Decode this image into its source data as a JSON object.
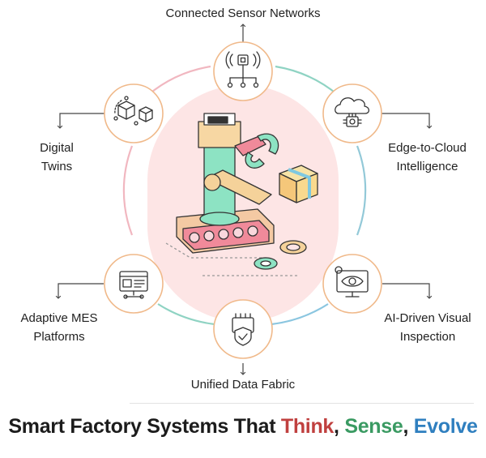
{
  "nodes": {
    "top": {
      "label": "Connected Sensor Networks",
      "icon": "sensor-network-icon"
    },
    "upper_left": {
      "line1": "Digital",
      "line2": "Twins",
      "icon": "digital-twin-cubes-icon"
    },
    "upper_right": {
      "line1": "Edge-to-Cloud",
      "line2": "Intelligence",
      "icon": "cloud-chip-icon"
    },
    "lower_left": {
      "line1": "Adaptive MES",
      "line2": "Platforms",
      "icon": "mes-dashboard-icon"
    },
    "lower_right": {
      "line1": "AI-Driven Visual",
      "line2": "Inspection",
      "icon": "eye-monitor-icon"
    },
    "bottom": {
      "label": "Unified Data Fabric",
      "icon": "shield-data-icon"
    }
  },
  "title": {
    "prefix": "Smart Factory Systems That ",
    "word1": "Think",
    "sep1": ", ",
    "word2": "Sense",
    "sep2": ", ",
    "word3": "Evolve"
  },
  "colors": {
    "think": "#c0403f",
    "sense": "#3a9a62",
    "evolve": "#2f7fbf",
    "node_border": "#f0b98a",
    "center_bg": "#fde3e3",
    "ring_blue": "#8fc3de",
    "ring_teal": "#7fd0bf",
    "ring_pink": "#f0b8c0"
  }
}
